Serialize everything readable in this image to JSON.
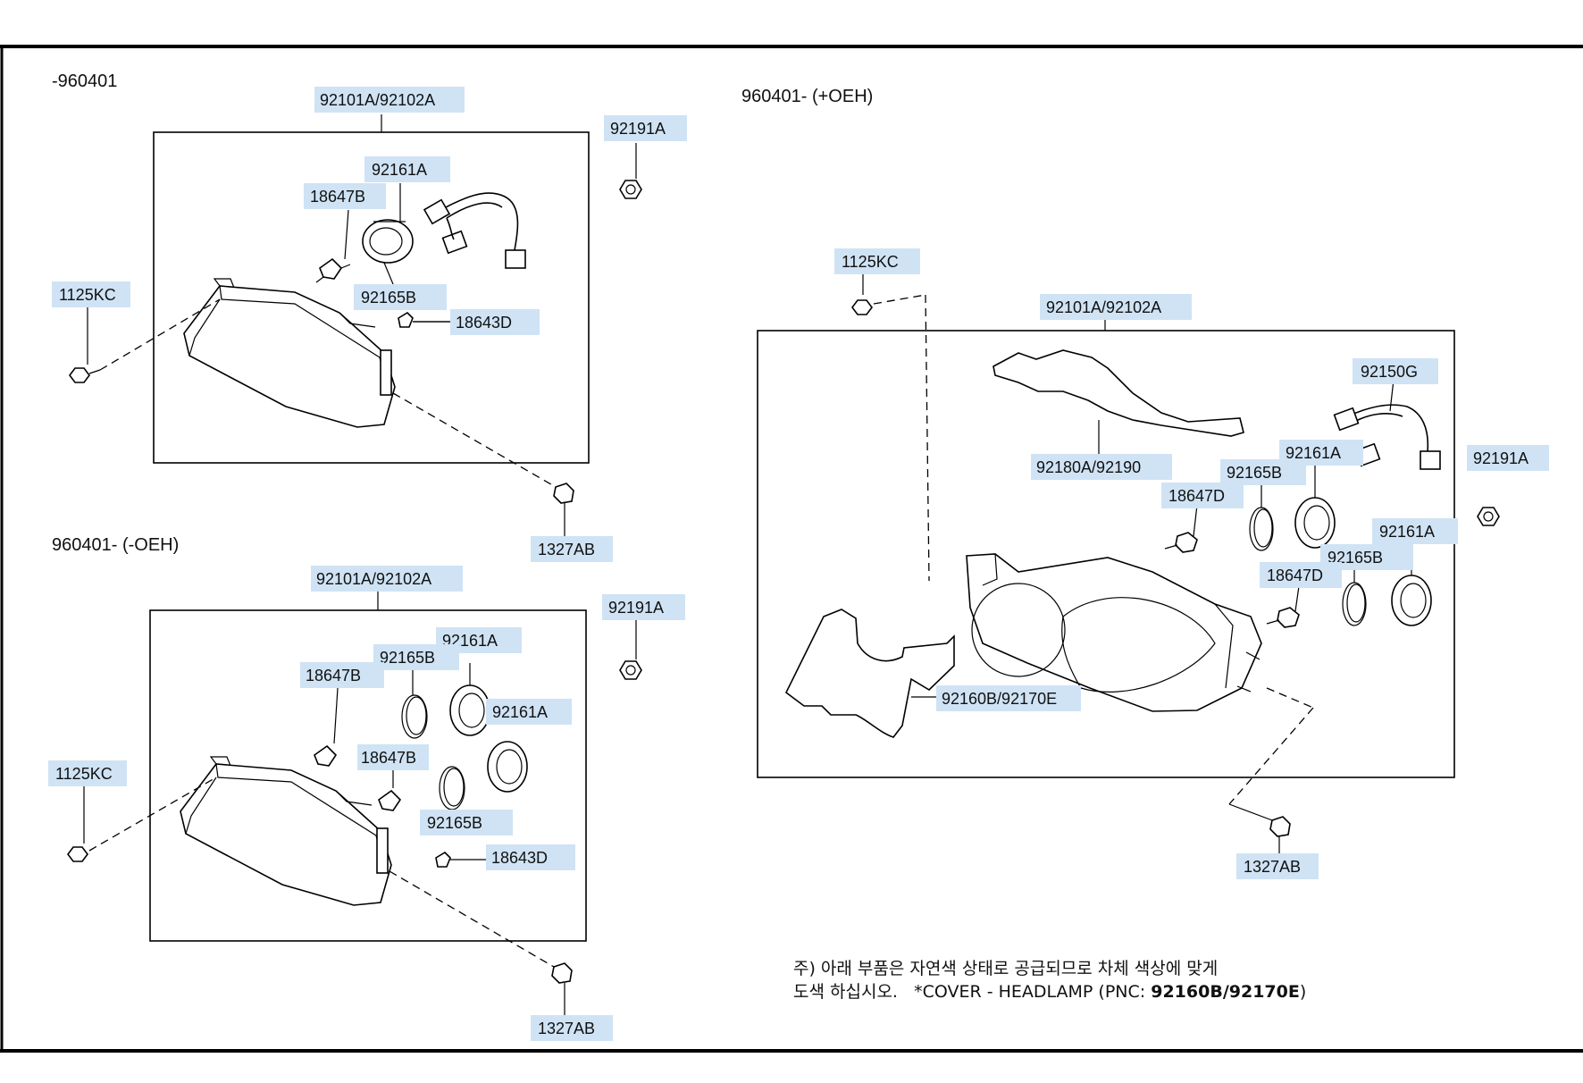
{
  "sections": {
    "top_left": "-960401",
    "bottom_left": "960401- (-OEH)",
    "right": "960401- (+OEH)"
  },
  "labels": {
    "tl_92101A": "92101A/92102A",
    "tl_92191A": "92191A",
    "tl_92161A": "92161A",
    "tl_18647B": "18647B",
    "tl_1125KC": "1125KC",
    "tl_92165B": "92165B",
    "tl_18643D": "18643D",
    "tl_1327AB": "1327AB",
    "bl_92101A": "92101A/92102A",
    "bl_92191A": "92191A",
    "bl_92161A_1": "92161A",
    "bl_92165B_1": "92165B",
    "bl_18647B_1": "18647B",
    "bl_92161A_2": "92161A",
    "bl_1125KC": "1125KC",
    "bl_18647B_2": "18647B",
    "bl_92165B_2": "92165B",
    "bl_18643D": "18643D",
    "bl_1327AB": "1327AB",
    "r_1125KC": "1125KC",
    "r_92101A": "92101A/92102A",
    "r_92150G": "92150G",
    "r_92161A_1": "92161A",
    "r_92191A": "92191A",
    "r_92180A": "92180A/92190",
    "r_92165B_1": "92165B",
    "r_18647D_1": "18647D",
    "r_92161A_2": "92161A",
    "r_92165B_2": "92165B",
    "r_18647D_2": "18647D",
    "r_92160B": "92160B/92170E",
    "r_1327AB": "1327AB"
  },
  "note": {
    "line1": "주) 아래 부품은 자연색 상태로 공급되므로 차체 색상에 맞게",
    "line2_prefix": "도색 하십시오.   *COVER - HEADLAMP (PNC: ",
    "line2_pnc": "92160B/92170E",
    "line2_suffix": ")"
  },
  "colors": {
    "label_highlight": "#cfe3f5",
    "ink": "#000000"
  }
}
